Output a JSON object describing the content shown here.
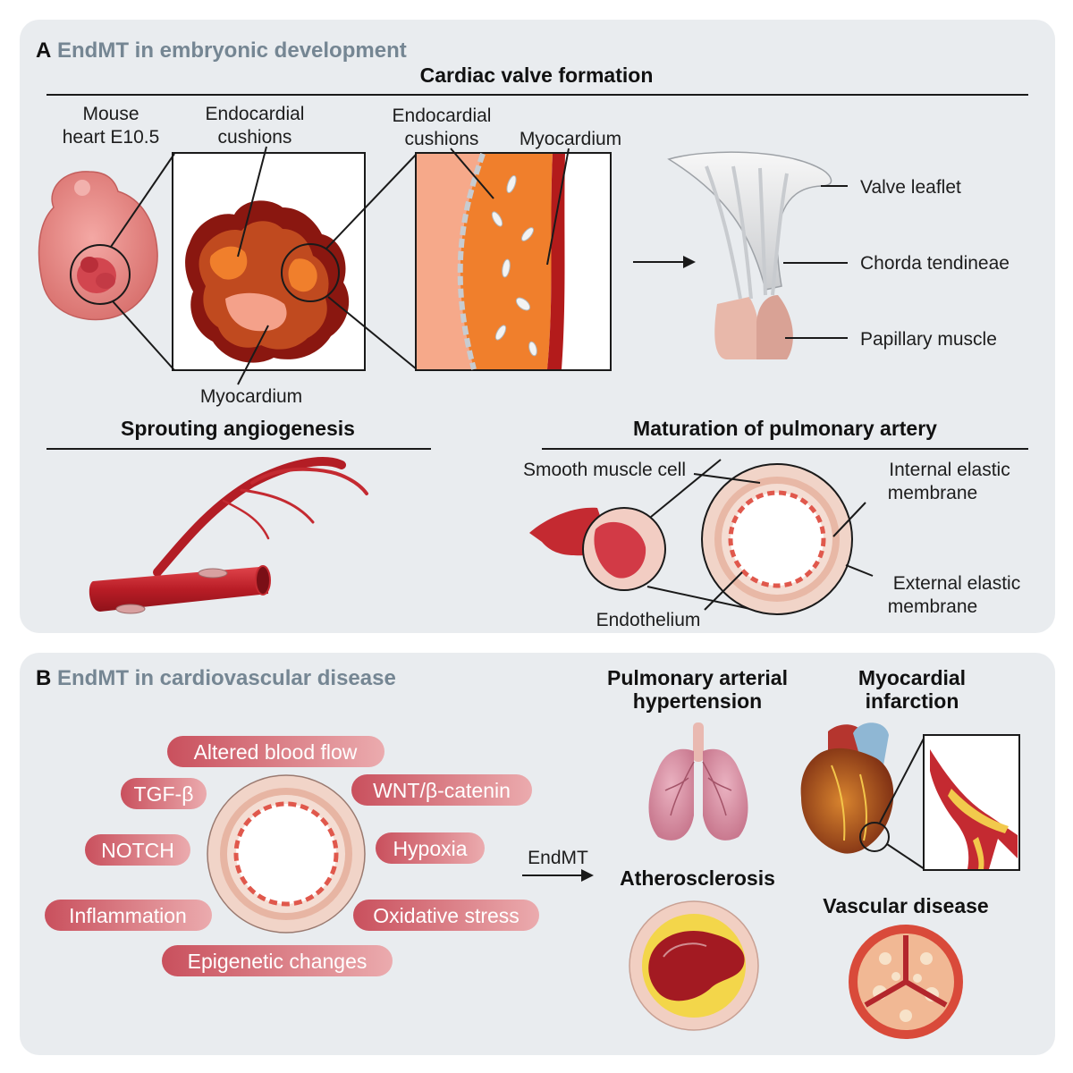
{
  "panelA": {
    "letter": "A",
    "title": "EndMT in embryonic development",
    "valve_heading": "Cardiac valve formation",
    "mouse_l1": "Mouse",
    "mouse_l2": "heart E10.5",
    "cush1_l1": "Endocardial",
    "cush1_l2": "cushions",
    "cush2_l1": "Endocardial",
    "cush2_l2": "cushions",
    "myo_top": "Myocardium",
    "myo_bottom": "Myocardium",
    "valve_leaflet": "Valve leaflet",
    "chorda": "Chorda tendineae",
    "papillary": "Papillary muscle",
    "sprouting_heading": "Sprouting angiogenesis",
    "pulm_heading": "Maturation of pulmonary artery",
    "smooth_muscle": "Smooth muscle cell",
    "iem_l1": "Internal elastic",
    "iem_l2": "membrane",
    "eem_l1": "External elastic",
    "eem_l2": "membrane",
    "endothelium": "Endothelium"
  },
  "panelB": {
    "letter": "B",
    "title": "EndMT in cardiovascular disease",
    "triggers": [
      "Altered blood flow",
      "TGF-β",
      "WNT/β-catenin",
      "NOTCH",
      "Hypoxia",
      "Inflammation",
      "Oxidative stress",
      "Epigenetic changes"
    ],
    "arrow_label": "EndMT",
    "pah_l1": "Pulmonary arterial",
    "pah_l2": "hypertension",
    "mi_l1": "Myocardial",
    "mi_l2": "infarction",
    "athero": "Atherosclerosis",
    "vascular": "Vascular disease"
  },
  "colors": {
    "panel_bg": "#e9ecef",
    "title_gray": "#758693",
    "pill_dark": "#c8505e",
    "pill_light": "#e8a3a6",
    "vessel_red": "#c8202b",
    "cushion_orange": "#f07f2c"
  }
}
